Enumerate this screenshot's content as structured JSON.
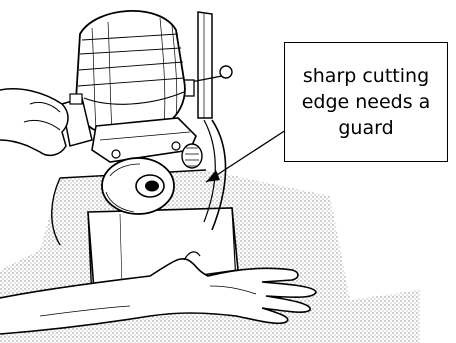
{
  "callout": {
    "lines": [
      "sharp cutting",
      "edge needs a",
      "guard"
    ]
  },
  "palette": {
    "ink": "#000000",
    "paper": "#ffffff",
    "stipple": "#9a9a9a"
  }
}
